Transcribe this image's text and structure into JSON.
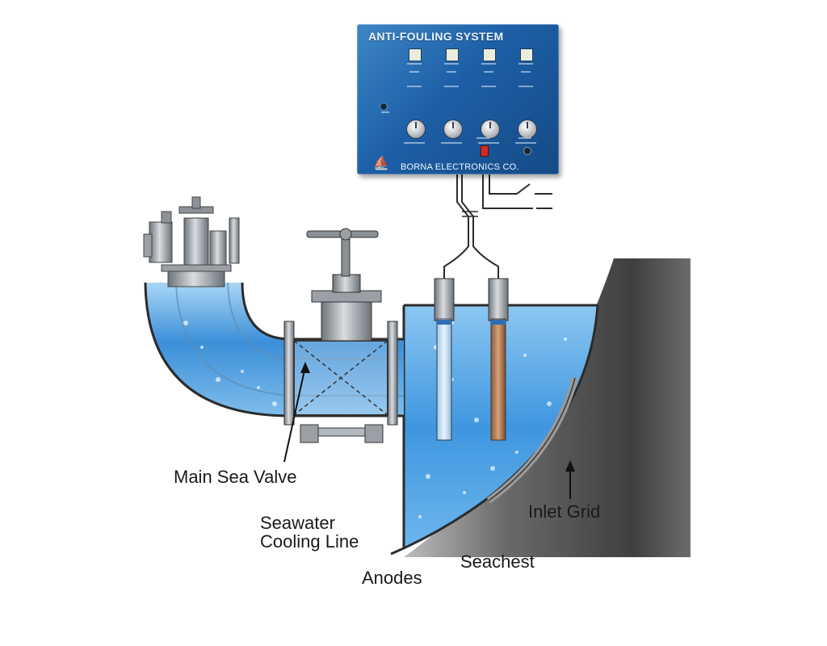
{
  "panel": {
    "title": "ANTI-FOULING SYSTEM",
    "company": "BORNA ELECTRONICS CO.",
    "logo_icon": "company-logo-icon",
    "channels": 4,
    "power_switch_color": "#d8291f"
  },
  "labels": {
    "main_sea_valve": "Main Sea Valve",
    "seawater_line_1": "Seawater",
    "seawater_line_2": "Cooling Line",
    "inlet_grid": "Inlet Grid",
    "seachest": "Seachest",
    "anodes": "Anodes"
  },
  "colors": {
    "panel_blue": "#1d5fa6",
    "water_blue": "#3b8fd8",
    "hull_gray": "#5f5f5f",
    "pipe_metal": "#8a9096"
  },
  "icons": [
    "valve-handwheel-icon",
    "arrow-icon"
  ]
}
